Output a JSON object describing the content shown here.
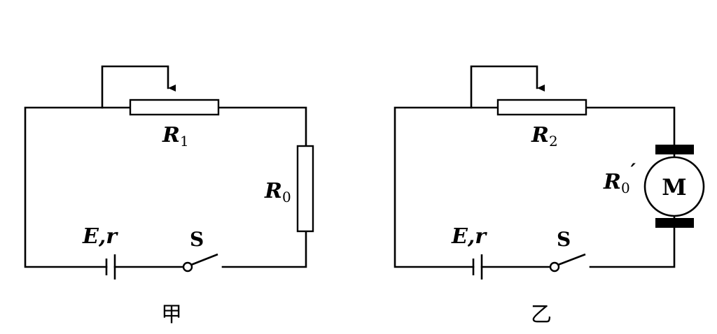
{
  "circuit_a": {
    "caption": "甲",
    "rheostat": {
      "symbol": "R",
      "subscript": "1"
    },
    "resistor": {
      "symbol": "R",
      "subscript": "0"
    },
    "battery": {
      "label": "E,r"
    },
    "switch": {
      "label": "S"
    }
  },
  "circuit_b": {
    "caption": "乙",
    "rheostat": {
      "symbol": "R",
      "subscript": "2"
    },
    "motor": {
      "symbol": "R",
      "subscript": "0",
      "prime": "′",
      "letter": "M"
    },
    "battery": {
      "label": "E,r"
    },
    "switch": {
      "label": "S"
    }
  },
  "colors": {
    "line": "#000000",
    "background": "#ffffff"
  }
}
